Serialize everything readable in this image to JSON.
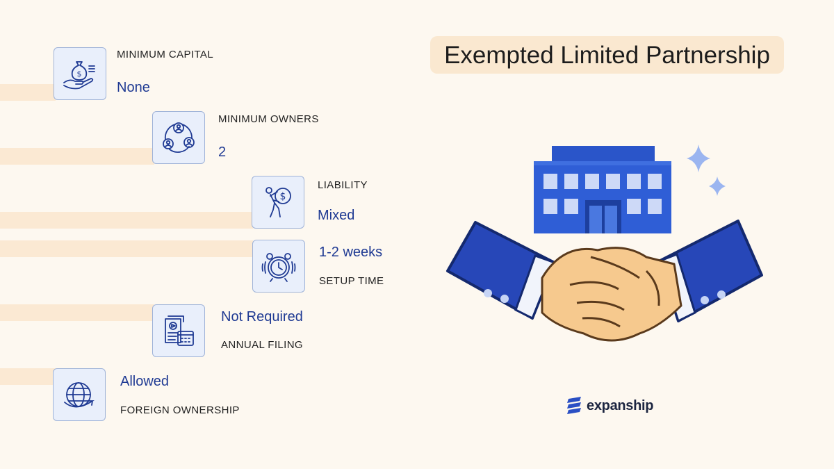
{
  "title": "Exempted Limited Partnership",
  "brand": {
    "name": "expanship",
    "color": "#2a4fc4"
  },
  "colors": {
    "accent": "#1f3a93",
    "band": "#fbe9d3",
    "icon_bg": "#e9effb",
    "background": "#fdf8f0"
  },
  "features": [
    {
      "label": "MINIMUM CAPITAL",
      "value": "None",
      "icon": "money-bag-hand-icon"
    },
    {
      "label": "MINIMUM OWNERS",
      "value": "2",
      "icon": "owners-network-icon"
    },
    {
      "label": "LIABILITY",
      "value": "Mixed",
      "icon": "person-carrying-money-icon"
    },
    {
      "label": "SETUP TIME",
      "value": "1-2 weeks",
      "icon": "alarm-clock-icon"
    },
    {
      "label": "ANNUAL FILING",
      "value": "Not Required",
      "icon": "document-calendar-icon"
    },
    {
      "label": "FOREIGN OWNERSHIP",
      "value": "Allowed",
      "icon": "globe-icon"
    }
  ],
  "illustration": {
    "icon": "handshake-building-icon"
  }
}
